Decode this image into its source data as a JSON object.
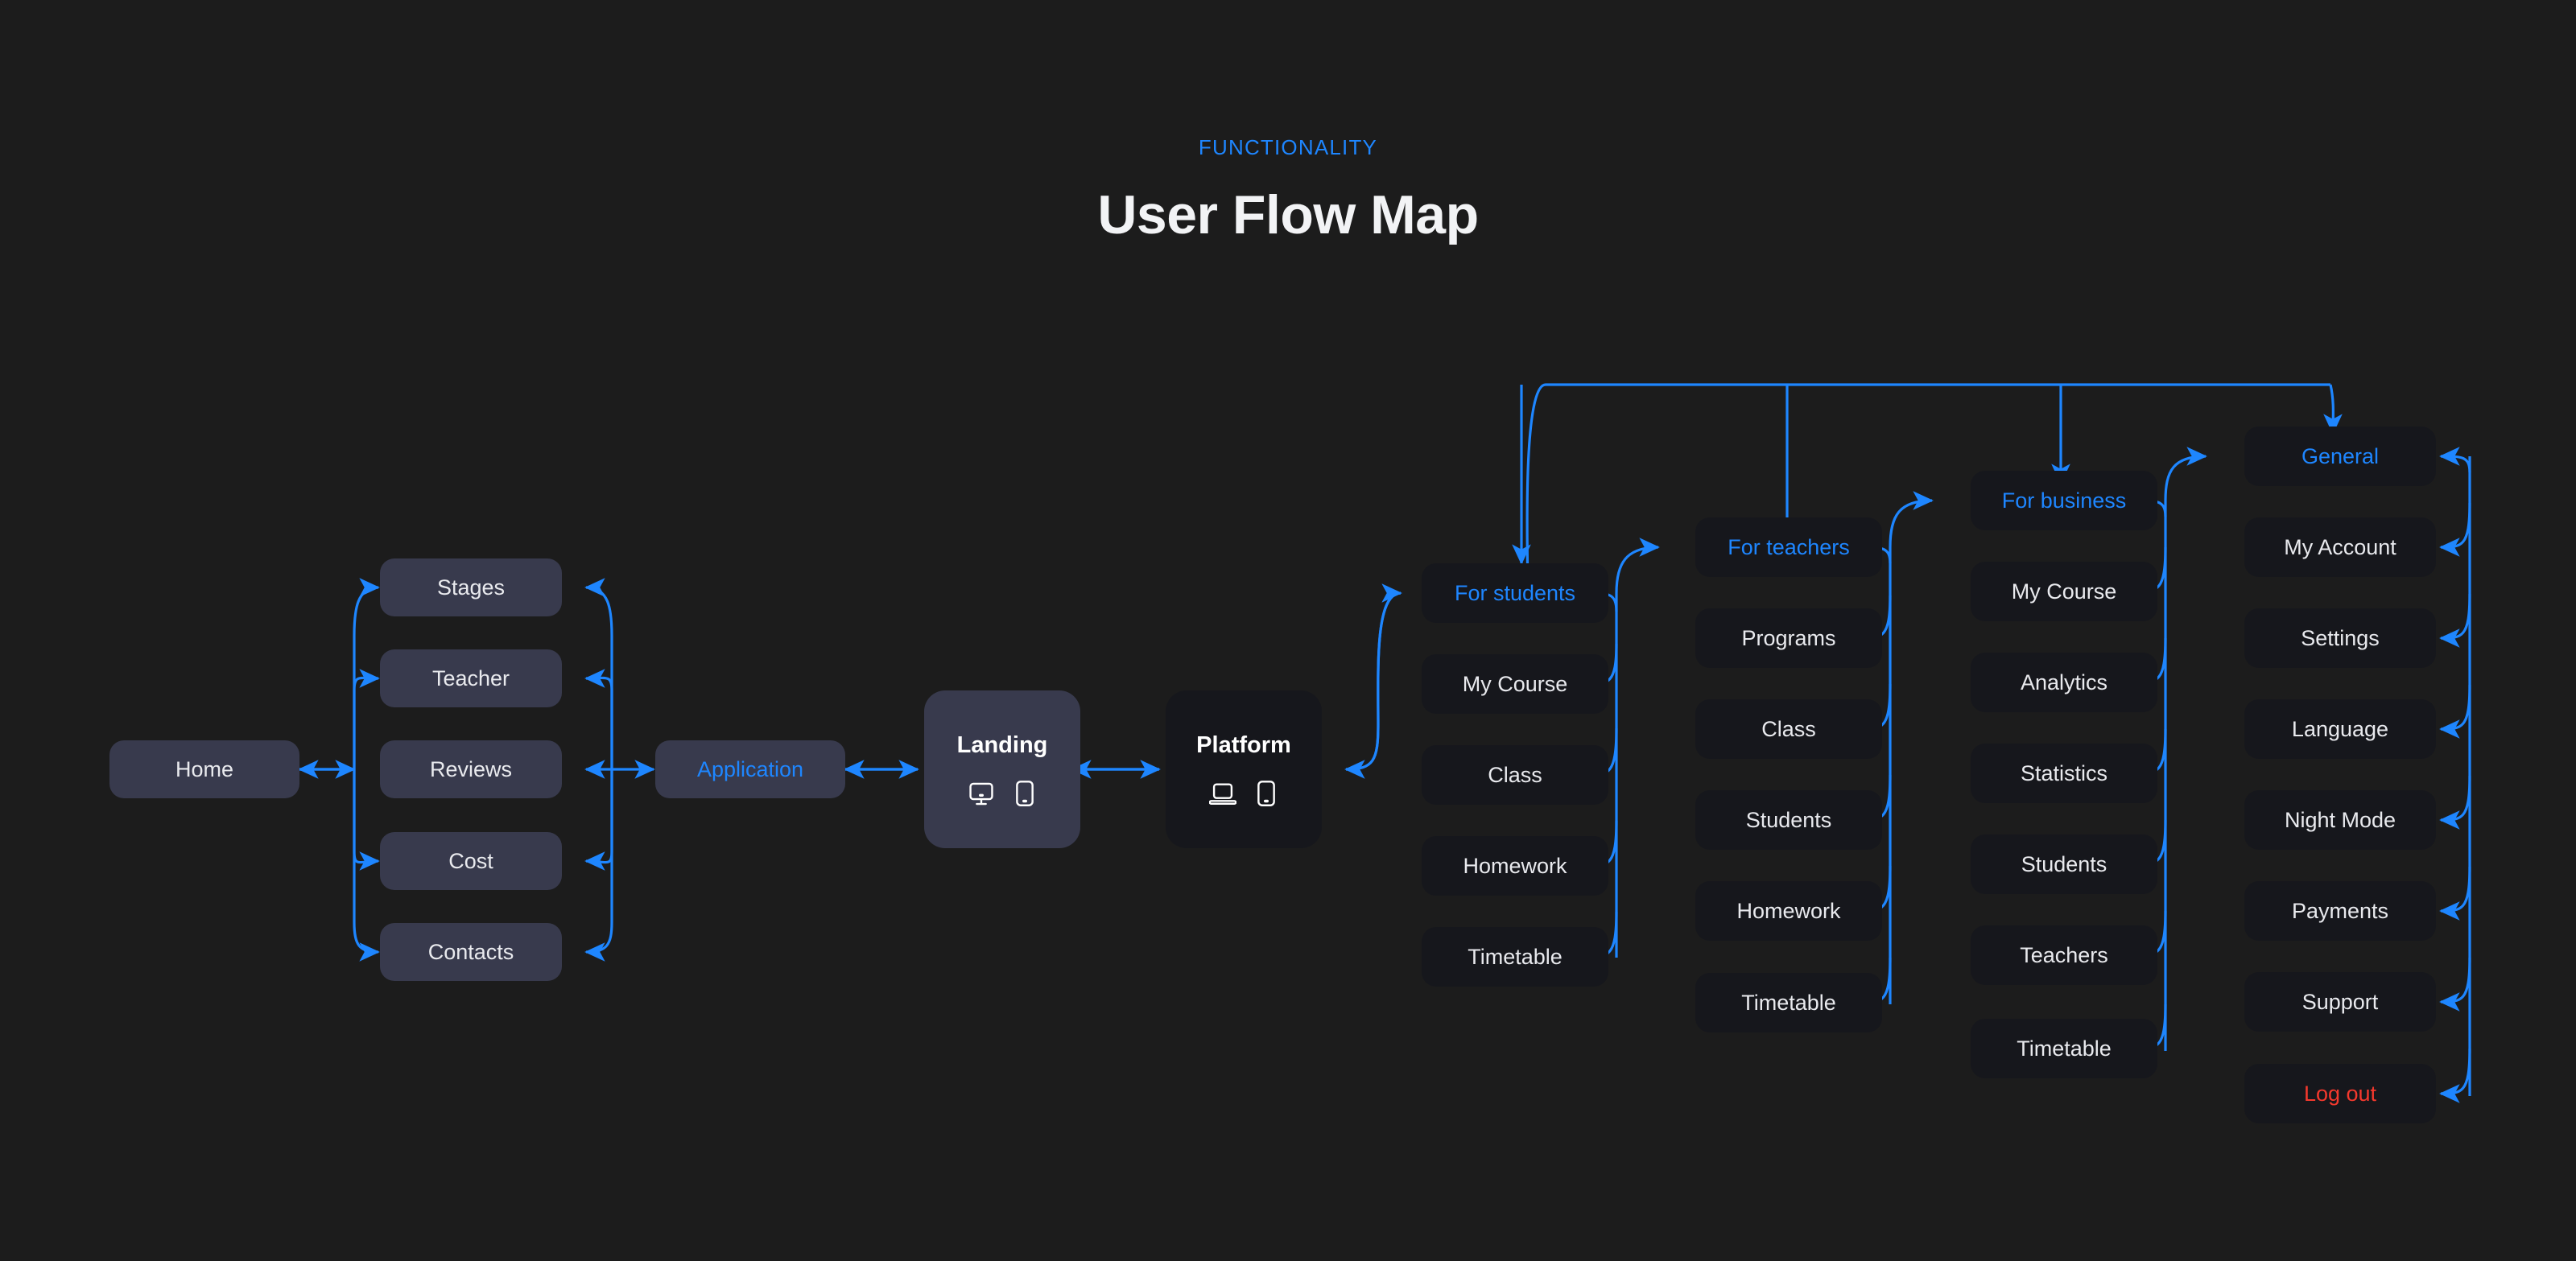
{
  "header": {
    "eyebrow": "FUNCTIONALITY",
    "title": "User Flow Map"
  },
  "colors": {
    "background": "#1c1c1c",
    "accent": "#1e86ff",
    "card_violet": "#383a4d",
    "card_dark": "#16171c",
    "text": "#e9eaee",
    "danger": "#f5392d",
    "connector": "#1e86ff"
  },
  "nodes": {
    "home": "Home",
    "application": "Application",
    "landing": "Landing",
    "platform": "Platform"
  },
  "home_children": [
    {
      "label": "Stages"
    },
    {
      "label": "Teacher"
    },
    {
      "label": "Reviews"
    },
    {
      "label": "Cost"
    },
    {
      "label": "Contacts"
    }
  ],
  "landing_icons": [
    {
      "name": "monitor-icon"
    },
    {
      "name": "phone-icon"
    }
  ],
  "platform_icons": [
    {
      "name": "laptop-icon"
    },
    {
      "name": "phone-icon"
    }
  ],
  "sections": [
    {
      "id": "for-students",
      "header": "For students",
      "items": [
        {
          "label": "My Course"
        },
        {
          "label": "Class"
        },
        {
          "label": "Homework"
        },
        {
          "label": "Timetable"
        }
      ]
    },
    {
      "id": "for-teachers",
      "header": "For teachers",
      "items": [
        {
          "label": "Programs"
        },
        {
          "label": "Class"
        },
        {
          "label": "Students"
        },
        {
          "label": "Homework"
        },
        {
          "label": "Timetable"
        }
      ]
    },
    {
      "id": "for-business",
      "header": "For business",
      "items": [
        {
          "label": "My Course"
        },
        {
          "label": "Analytics"
        },
        {
          "label": "Statistics"
        },
        {
          "label": "Students"
        },
        {
          "label": "Teachers"
        },
        {
          "label": "Timetable"
        }
      ]
    },
    {
      "id": "general",
      "header": "General",
      "items": [
        {
          "label": "My Account"
        },
        {
          "label": "Settings"
        },
        {
          "label": "Language"
        },
        {
          "label": "Night Mode"
        },
        {
          "label": "Payments"
        },
        {
          "label": "Support"
        },
        {
          "label": "Log out",
          "danger": true
        }
      ]
    }
  ]
}
